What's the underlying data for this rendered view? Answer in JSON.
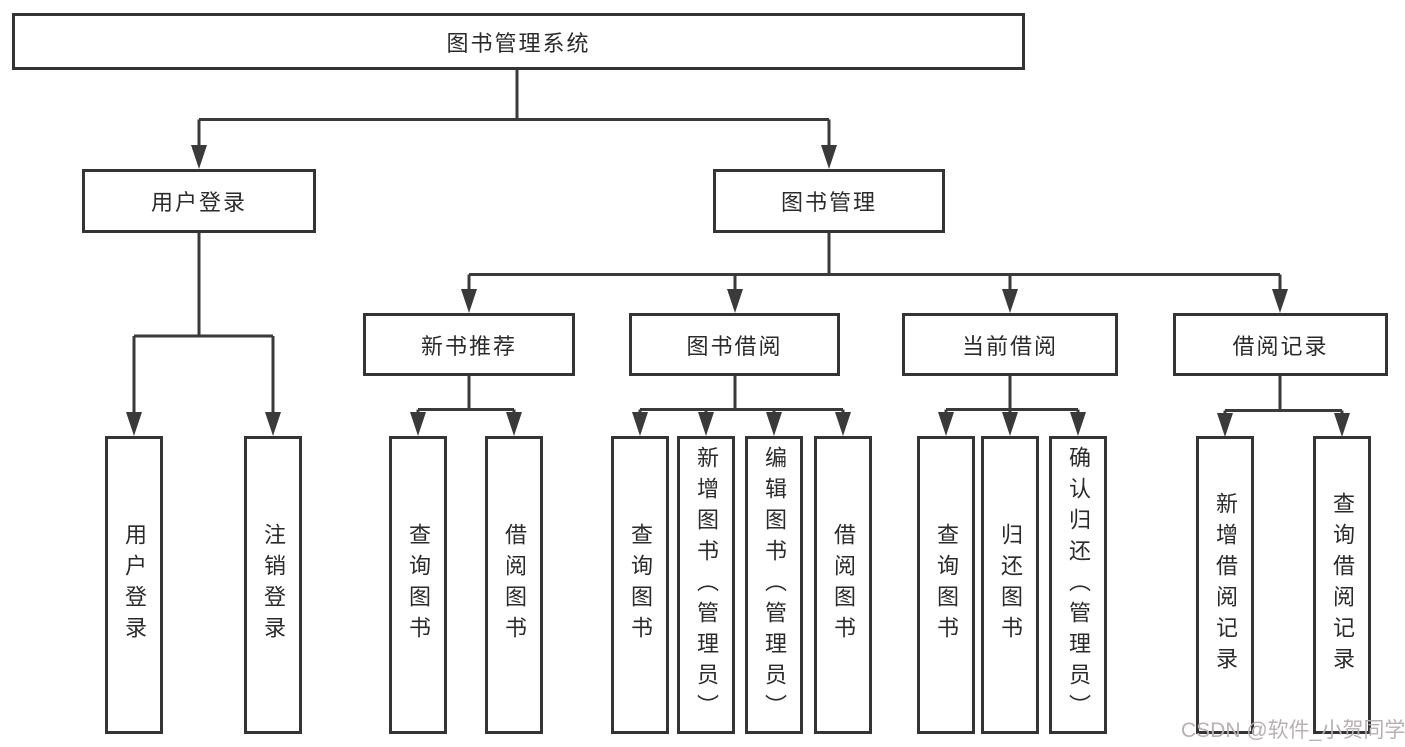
{
  "colors": {
    "line": "#3a3a3a",
    "box_border": "#343434",
    "text": "#2b2b2b",
    "watermark": "#b8b0b5",
    "background": "#ffffff"
  },
  "watermark": "CSDN @软件_小贺同学",
  "diagram": {
    "root": "图书管理系统",
    "branches": [
      {
        "label": "用户登录",
        "leaves": [
          "用户登录",
          "注销登录"
        ]
      },
      {
        "label": "图书管理",
        "groups": [
          {
            "label": "新书推荐",
            "leaves": [
              "查询图书",
              "借阅图书"
            ]
          },
          {
            "label": "图书借阅",
            "leaves": [
              "查询图书",
              "新增图书（管理员）",
              "编辑图书（管理员）",
              "借阅图书"
            ]
          },
          {
            "label": "当前借阅",
            "leaves": [
              "查询图书",
              "归还图书",
              "确认归还（管理员）"
            ]
          },
          {
            "label": "借阅记录",
            "leaves": [
              "新增借阅记录",
              "查询借阅记录"
            ]
          }
        ]
      }
    ]
  }
}
